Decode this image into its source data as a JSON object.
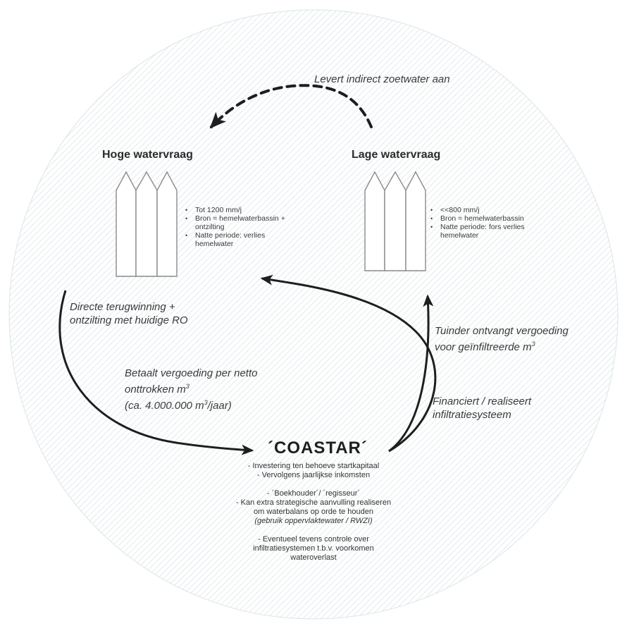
{
  "top_arrow_label": "Levert indirect zoetwater aan",
  "left_node": {
    "title": "Hoge watervraag",
    "bullets": [
      {
        "first": "Tot 1200 mm/j",
        "rest": ""
      },
      {
        "first": "Bron = hemelwaterbassin +",
        "rest": "ontzilting"
      },
      {
        "first": "Natte periode: verlies",
        "rest": "hemelwater"
      }
    ]
  },
  "right_node": {
    "title": "Lage watervraag",
    "bullets": [
      {
        "first": "<<800 mm/j",
        "rest": ""
      },
      {
        "first": "Bron = hemelwaterbassin",
        "rest": ""
      },
      {
        "first": "Natte periode: fors verlies",
        "rest": "hemelwater"
      }
    ]
  },
  "flows": {
    "directe": [
      "Directe terugwinning +",
      "ontzilting met huidige RO"
    ],
    "betaalt": [
      "Betaalt vergoeding per netto",
      "onttrokken m",
      "(ca. 4.000.000 m",
      "/jaar)"
    ],
    "tuinder": [
      "Tuinder ontvangt vergoeding",
      "voor geïnfiltreerde m"
    ],
    "financiert": [
      "Financiert / realiseert",
      "infiltratiesysteem"
    ],
    "superscript": "3"
  },
  "center": {
    "title": "´COASTAR´",
    "group1": [
      "- Investering ten behoeve startkapitaal",
      "- Vervolgens jaarlijkse inkomsten"
    ],
    "group2": [
      "- ´Boekhouder´/ ´regisseur´",
      "- Kan extra strategische aanvulling realiseren",
      "om waterbalans op orde te houden"
    ],
    "group2_italic": "(gebruik oppervlaktewater / RWZI)",
    "group3": [
      "- Eventueel tevens controle over",
      "infiltratiesystemen t.b.v. voorkomen",
      "wateroverlast"
    ]
  },
  "colors": {
    "hatch": "#dde6e9",
    "circle_edge": "#cfdde2",
    "arrow": "#1e1e1e",
    "greenhouse": "#8a8a8a"
  }
}
